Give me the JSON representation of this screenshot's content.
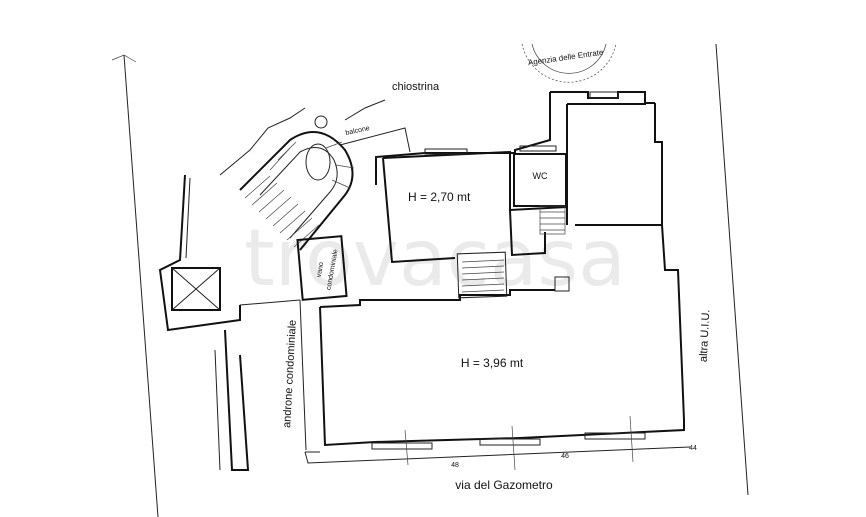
{
  "plan": {
    "courtyard_label": "chiostrina",
    "balcony_label": "balcone",
    "upper_room_height": "H = 2,70 mt",
    "wc_label": "WC",
    "shaft_label_1": "vano",
    "shaft_label_2": "condominiale",
    "main_room_height": "H = 3,96 mt",
    "entrance_hall_label": "androne condominiale",
    "other_unit_label": "altra U.I.U.",
    "street_label": "via del Gazometro",
    "civic_numbers": [
      "48",
      "46",
      "44"
    ],
    "stamp_text": "Agenzia delle Entrate"
  },
  "watermark": "trovacasa"
}
